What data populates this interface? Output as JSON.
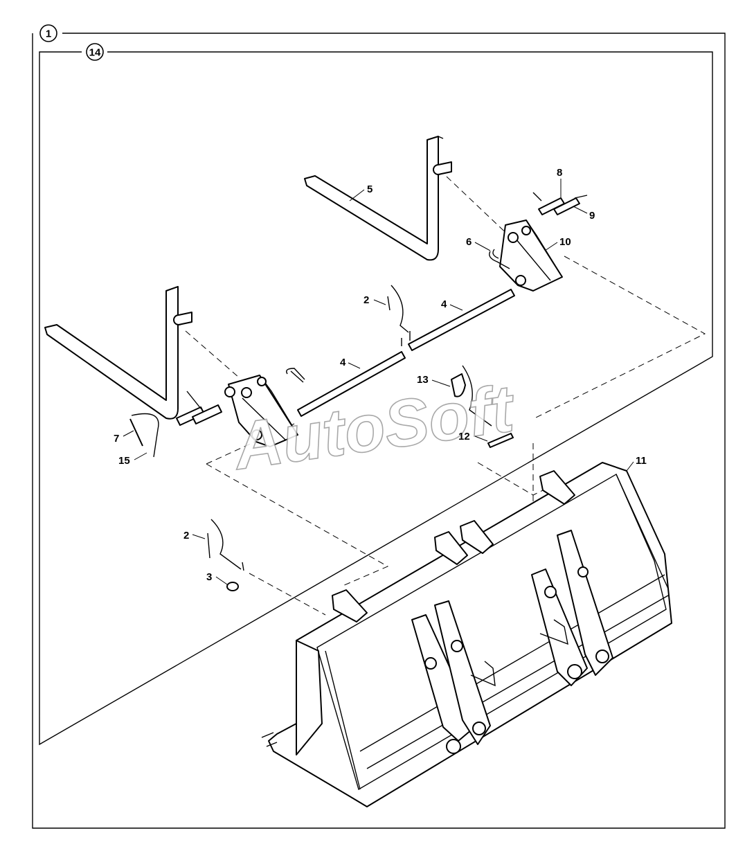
{
  "frame": {
    "outer_label": "1",
    "inner_label": "14"
  },
  "watermark": "AutoSoft",
  "callouts": [
    {
      "id": "c5",
      "text": "5"
    },
    {
      "id": "c8",
      "text": "8"
    },
    {
      "id": "c9",
      "text": "9"
    },
    {
      "id": "c6",
      "text": "6"
    },
    {
      "id": "c10",
      "text": "10"
    },
    {
      "id": "c2a",
      "text": "2"
    },
    {
      "id": "c4a",
      "text": "4"
    },
    {
      "id": "c4b",
      "text": "4"
    },
    {
      "id": "c13",
      "text": "13"
    },
    {
      "id": "c7",
      "text": "7"
    },
    {
      "id": "c15",
      "text": "15"
    },
    {
      "id": "c12",
      "text": "12"
    },
    {
      "id": "c11",
      "text": "11"
    },
    {
      "id": "c2b",
      "text": "2"
    },
    {
      "id": "c3",
      "text": "3"
    }
  ],
  "colors": {
    "line": "#000000",
    "background": "#ffffff",
    "watermark_outline": "#9a9a9a"
  }
}
